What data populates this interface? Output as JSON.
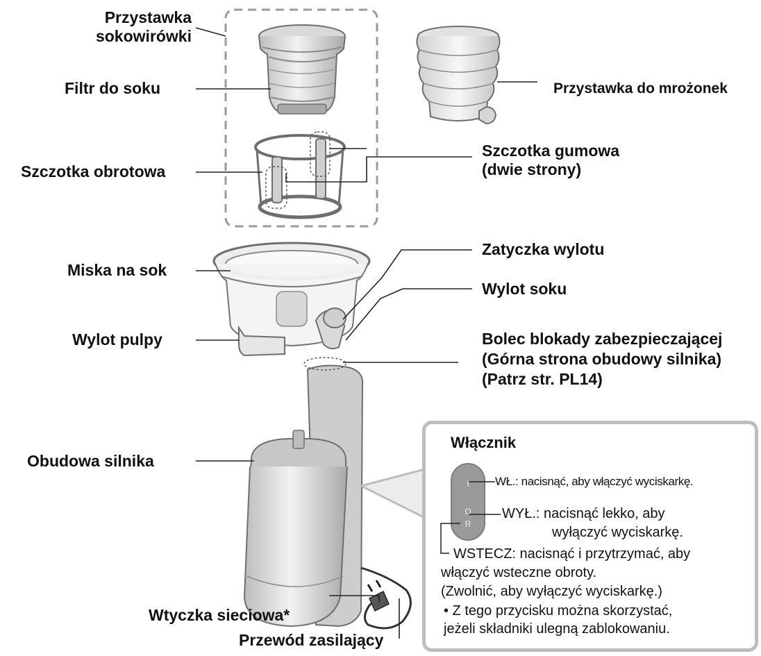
{
  "labels": {
    "attachment": "Przystawka\nsokowirówki",
    "filter": "Filtr do soku",
    "rotating_brush": "Szczotka obrotowa",
    "frozen": "Przystawka do mrożonek",
    "rubber_brush": "Szczotka gumowa\n(dwie strony)",
    "outlet_cap": "Zatyczka wylotu",
    "juice_bowl": "Miska na sok",
    "juice_outlet": "Wylot soku",
    "pulp_outlet": "Wylot pulpy",
    "safety_pin": "Bolec blokady zabezpieczającej\n(Górna strona obudowy silnika)\n(Patrz str. PL14)",
    "motor_housing": "Obudowa silnika",
    "plug": "Wtyczka sieciowa*",
    "cord": "Przewód zasilający"
  },
  "switch_panel": {
    "title": "Włącznik",
    "btn_on": "I",
    "btn_off": "O",
    "btn_rev": "R",
    "on_text": "WŁ.: nacisnąć, aby włączyć wyciskarkę.",
    "off_text_1": "WYŁ.:  nacisnąć lekko, aby",
    "off_text_2": "wyłączyć wyciskarkę.",
    "rev_text_1": "WSTECZ: nacisnąć i przytrzymać, aby",
    "rev_text_2": "włączyć wsteczne obroty.",
    "rev_text_3": "(Zwolnić, aby wyłączyć wyciskarkę.)",
    "note": "• Z tego przycisku można skorzystać,\n   jeżeli składniki ulegną zablokowaniu."
  },
  "colors": {
    "part_fill": "#e6e6e6",
    "part_stroke": "#6e6e6e",
    "leader": "#222222",
    "dashed": "#9a9a9a"
  }
}
